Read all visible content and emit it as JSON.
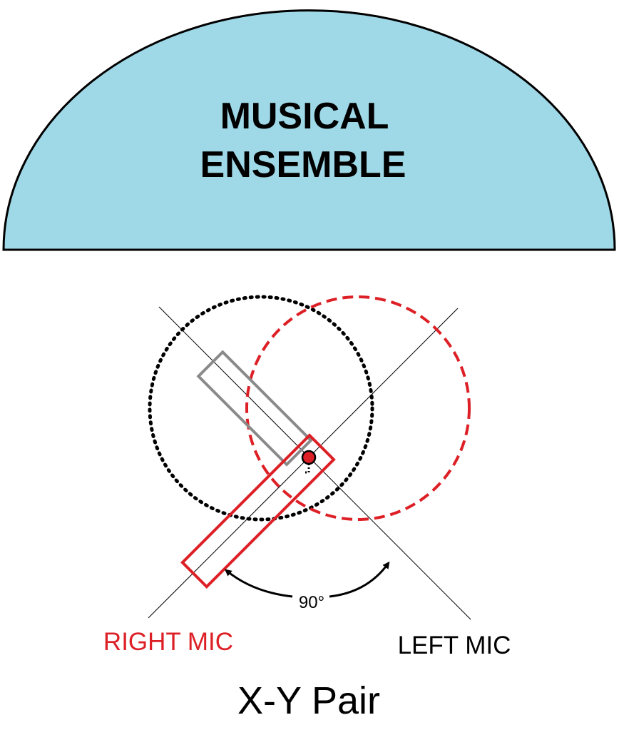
{
  "ensemble": {
    "line1": "MUSICAL",
    "line2": "ENSEMBLE",
    "fill_color": "#9fd9e8"
  },
  "angle_label": "90°",
  "right_mic": {
    "label": "RIGHT MIC",
    "color": "#dd1f26",
    "pattern_style": "dashed"
  },
  "left_mic": {
    "label": "LEFT MIC",
    "color": "#8a8a8a",
    "pattern_style": "dotted"
  },
  "pivot_color": "#dd1f26",
  "caption": "X-Y Pair"
}
